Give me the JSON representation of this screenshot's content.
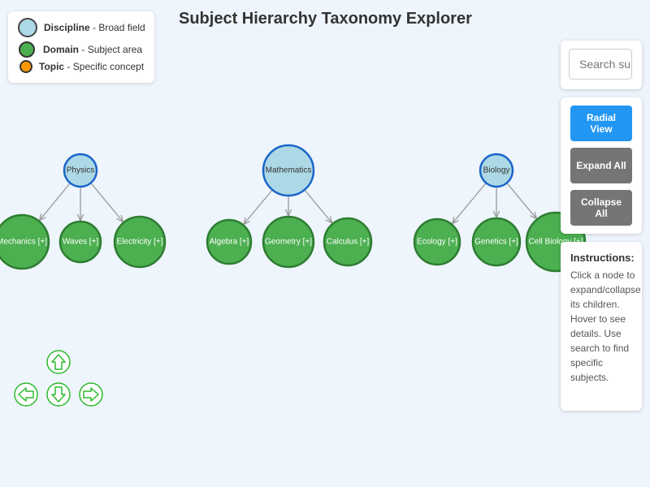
{
  "title": "Subject Hierarchy Taxonomy Explorer",
  "legend": [
    {
      "name": "Discipline",
      "desc": "Broad field",
      "level": "discipline"
    },
    {
      "name": "Domain",
      "desc": "Subject area",
      "level": "domain"
    },
    {
      "name": "Topic",
      "desc": "Specific concept",
      "level": "topic"
    }
  ],
  "colors": {
    "background": "#eef5fc",
    "discipline_fill": "#add8e6",
    "discipline_stroke": "#1a66c8",
    "domain_fill": "#4caf50",
    "domain_stroke": "#2e7d32",
    "topic_fill": "#ff9800",
    "topic_stroke": "#a65c00",
    "link": "#999999",
    "primary_button": "#2196f3",
    "secondary_button": "#757575",
    "nav_green": "#2db82d"
  },
  "tree": [
    {
      "label": "Physics",
      "children": [
        {
          "label": "Mechanics [+]"
        },
        {
          "label": "Waves [+]"
        },
        {
          "label": "Electricity [+]"
        }
      ]
    },
    {
      "label": "Mathematics",
      "children": [
        {
          "label": "Algebra [+]"
        },
        {
          "label": "Geometry [+]"
        },
        {
          "label": "Calculus [+]"
        }
      ]
    },
    {
      "label": "Biology",
      "children": [
        {
          "label": "Ecology [+]"
        },
        {
          "label": "Genetics [+]"
        },
        {
          "label": "Cell Biology [+]"
        }
      ]
    }
  ],
  "search": {
    "placeholder": "Search subjects...",
    "value": ""
  },
  "controls": {
    "radial": "Radial View",
    "expand": "Expand All",
    "collapse": "Collapse All"
  },
  "instructions": {
    "title": "Instructions:",
    "text": "Click a node to expand/collapse its children. Hover to see details. Use search to find specific subjects."
  },
  "nav": {
    "up_icon": "arrow-up-icon",
    "down_icon": "arrow-down-icon",
    "left_icon": "arrow-left-icon",
    "right_icon": "arrow-right-icon",
    "zoom_in_icon": "zoom-in-icon",
    "zoom_out_icon": "zoom-out-icon"
  }
}
